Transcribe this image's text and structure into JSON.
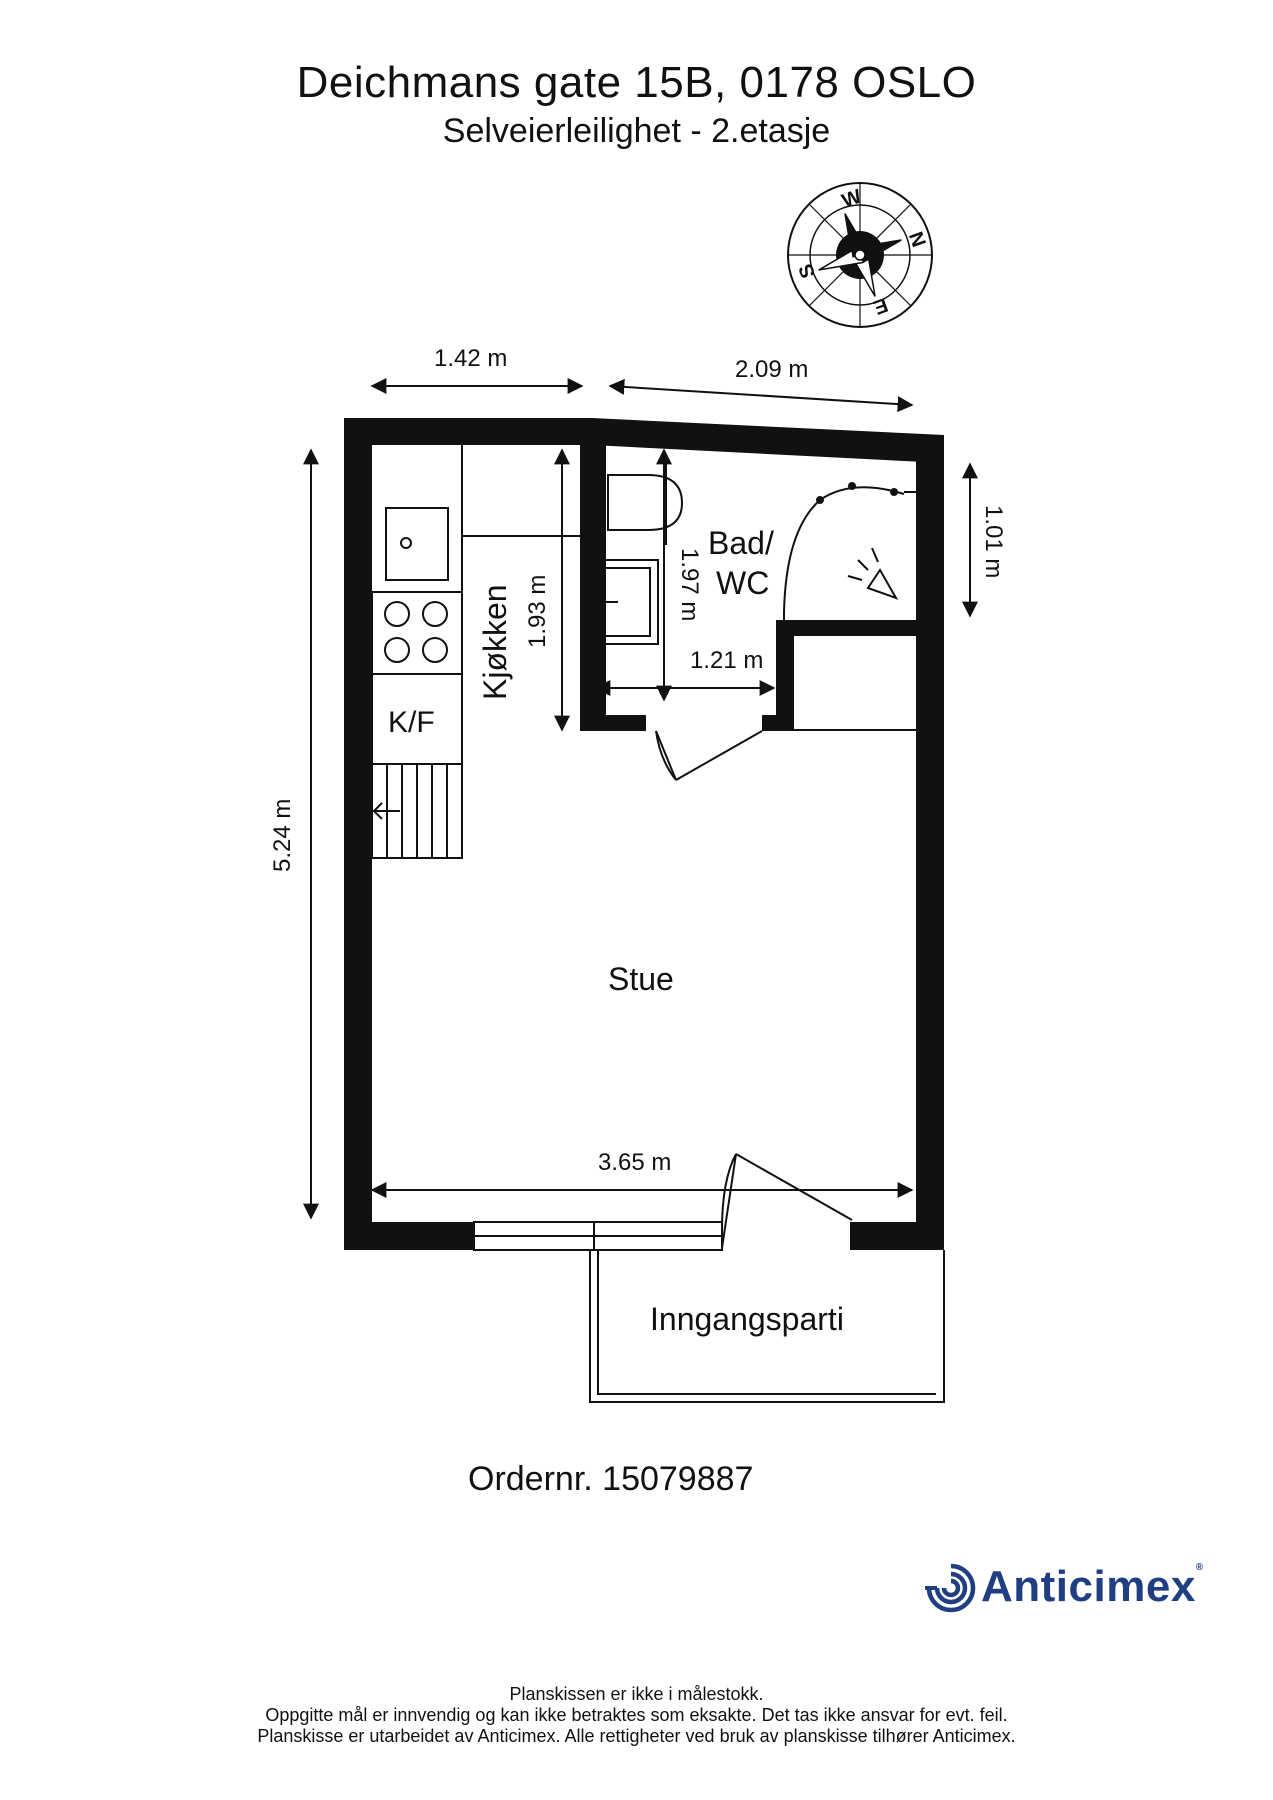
{
  "header": {
    "address": "Deichmans gate 15B, 0178 OSLO",
    "subtitle": "Selveierleilighet  - 2.etasje"
  },
  "compass": {
    "labels": [
      "W",
      "N",
      "E",
      "S"
    ]
  },
  "rooms": {
    "kitchen": "Kjøkken",
    "fridge": "K/F",
    "bath_line1": "Bad/",
    "bath_line2": "WC",
    "living": "Stue",
    "entrance": "Inngangsparti"
  },
  "dimensions": {
    "top_left": "1.42 m",
    "top_right": "2.09 m",
    "right_bath": "1.01 m",
    "kitchen_depth": "1.93 m",
    "bath_depth": "1.97 m",
    "bath_width": "1.21 m",
    "total_height": "5.24 m",
    "living_width": "3.65 m"
  },
  "order": "Ordernr. 15079887",
  "brand": {
    "name": "Anticimex",
    "accent_color": "#1f3f82"
  },
  "footer": {
    "line1": "Planskissen er ikke i målestokk.",
    "line2": "Oppgitte mål er innvendig og kan ikke betraktes som eksakte. Det tas ikke ansvar for evt. feil.",
    "line3": "Planskisse er utarbeidet av Anticimex. Alle rettigheter ved bruk av planskisse tilhører Anticimex."
  }
}
